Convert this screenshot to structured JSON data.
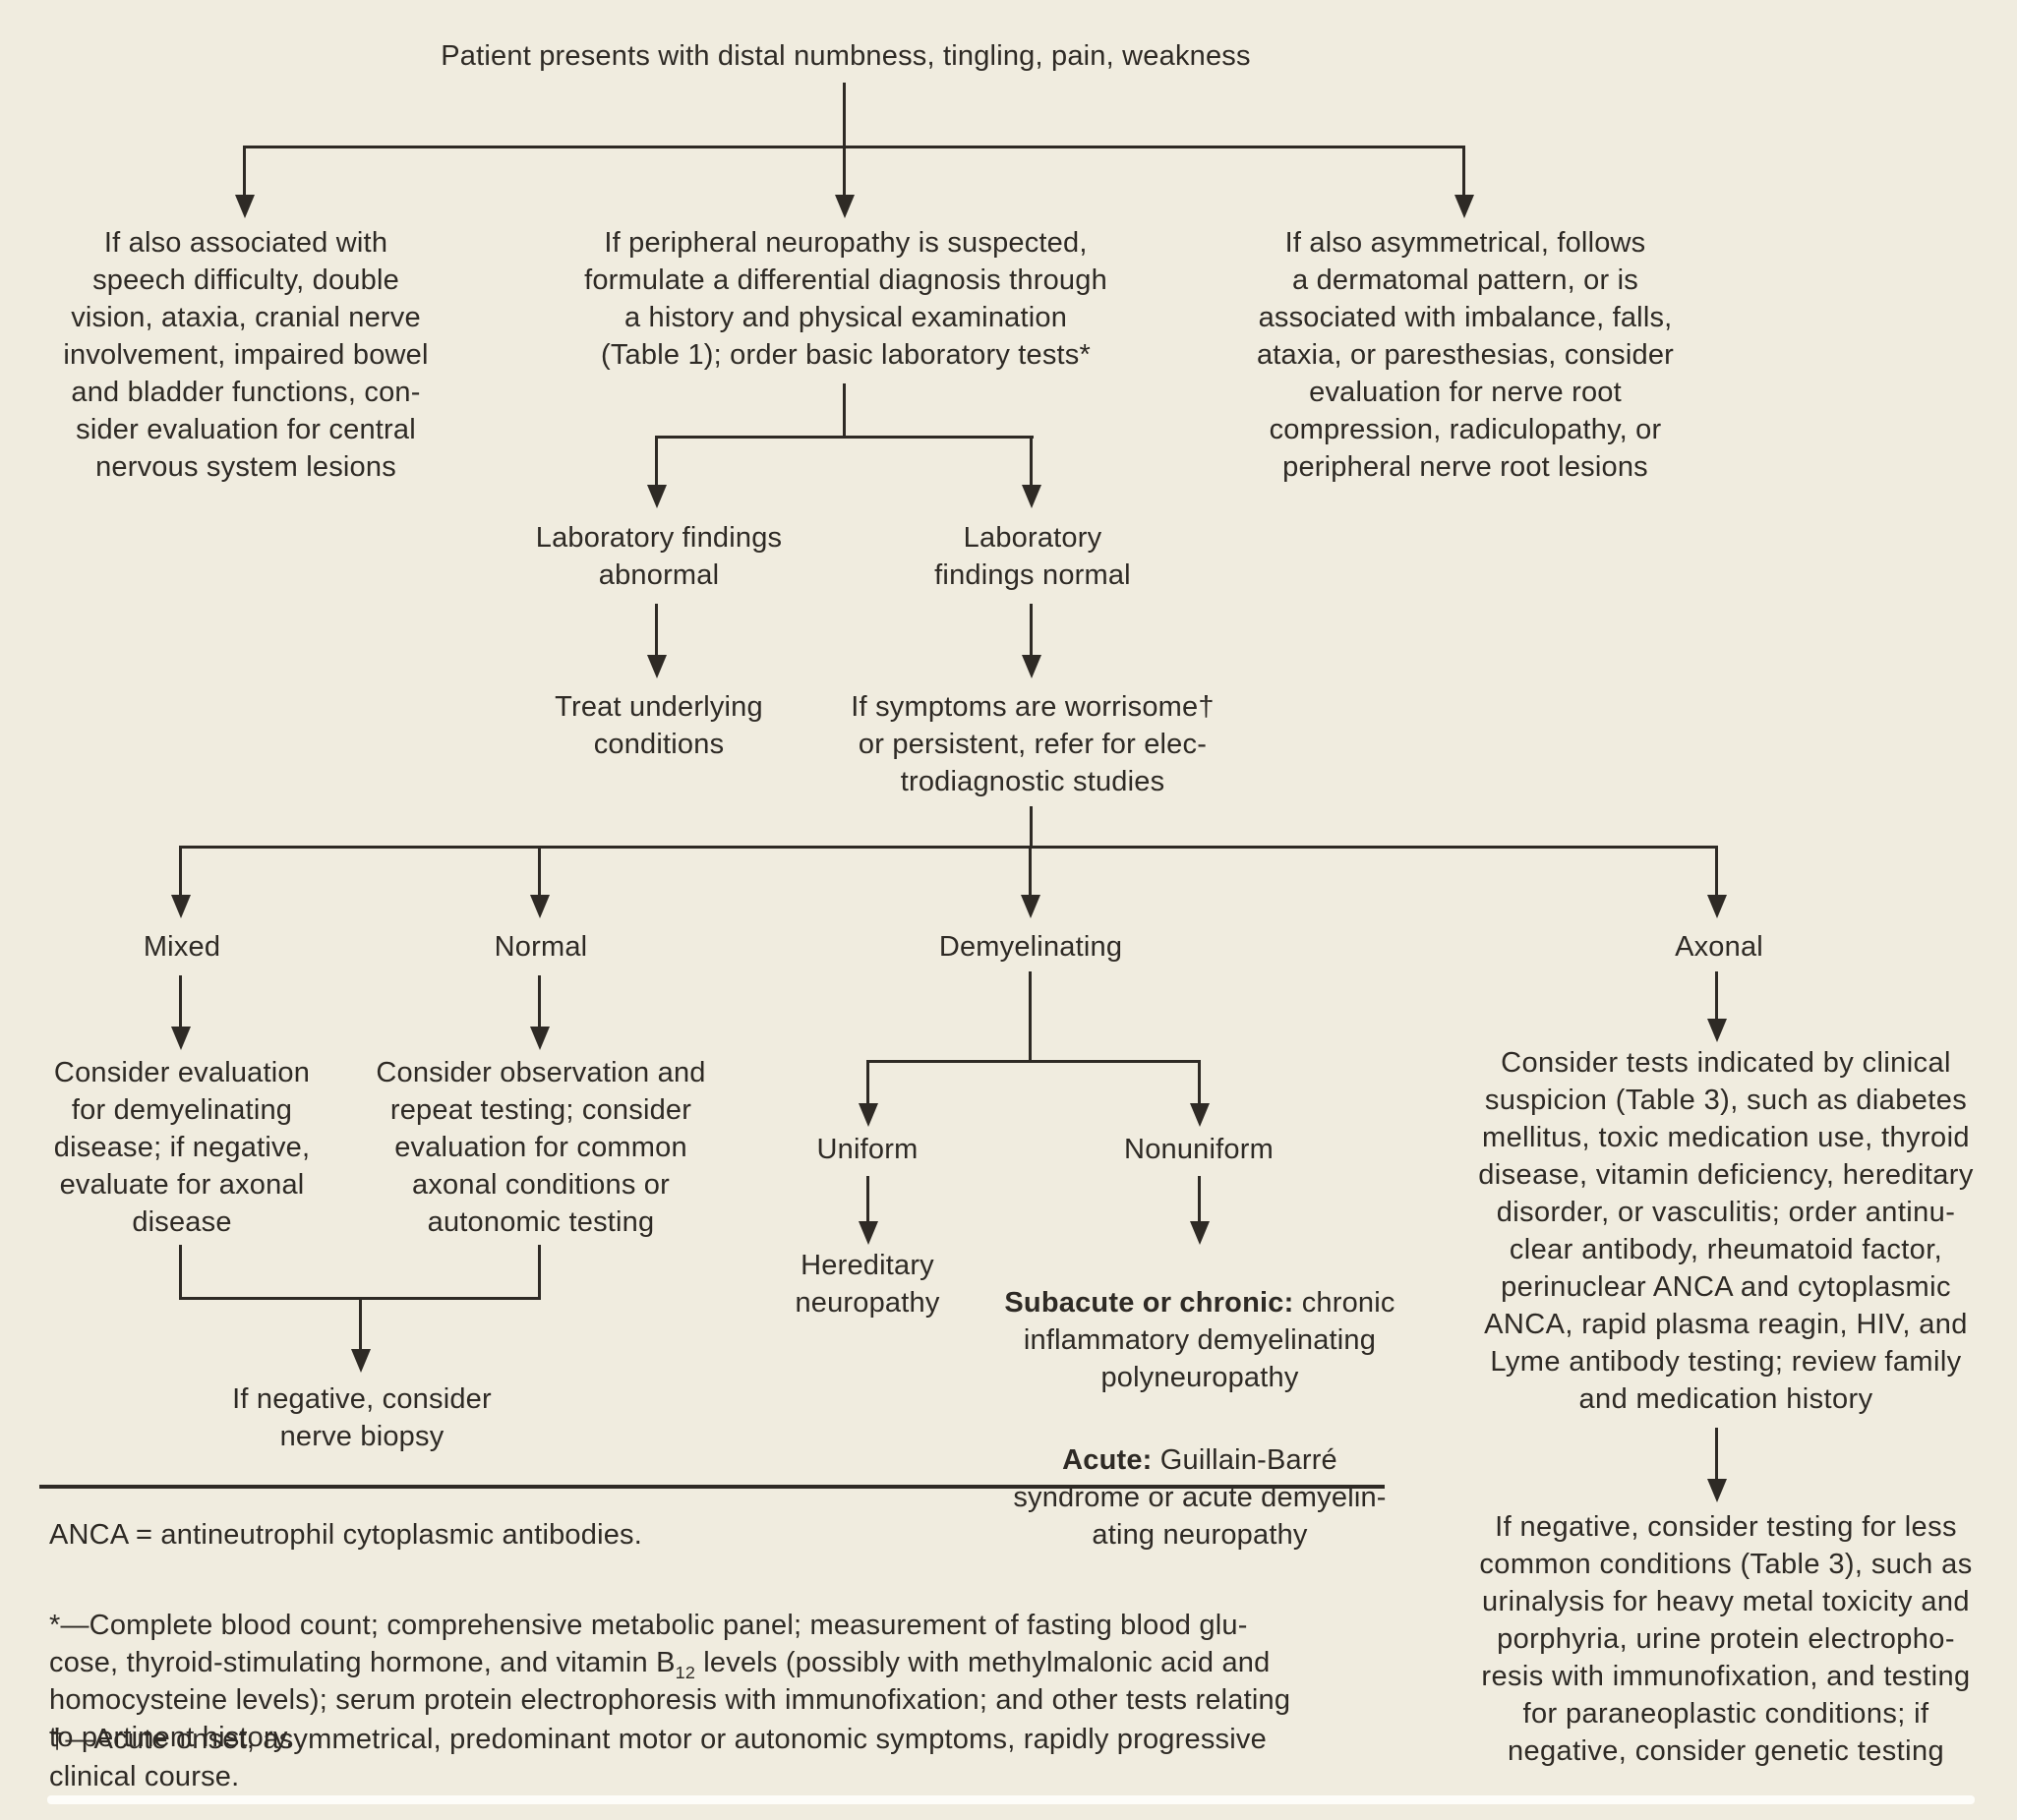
{
  "figure": {
    "root": "Patient presents with distal numbness, tingling, pain, weakness",
    "branch_cns": "If also associated with\nspeech difficulty, double\nvision, ataxia, cranial nerve\ninvolvement, impaired bowel\nand bladder functions, con-\nsider evaluation for central\nnervous system lesions",
    "branch_workup": "If peripheral neuropathy is suspected,\nformulate a differential diagnosis through\na history and physical examination\n(Table 1); order basic laboratory tests*",
    "branch_nerve_root": "If also asymmetrical, follows\na dermatomal pattern, or is\nassociated with imbalance, falls,\nataxia, or paresthesias, consider\nevaluation for nerve root\ncompression, radiculopathy, or\nperipheral nerve root lesions",
    "lab_abnormal": "Laboratory findings\nabnormal",
    "lab_normal": "Laboratory\nfindings normal",
    "treat": "Treat underlying\nconditions",
    "electrodiagnostic": "If symptoms are worrisome†\nor persistent, refer for elec-\ntrodiagnostic studies",
    "mixed_label": "Mixed",
    "normal_label": "Normal",
    "demyelinating_label": "Demyelinating",
    "axonal_label": "Axonal",
    "mixed_action": "Consider evaluation\nfor demyelinating\ndisease; if negative,\nevaluate for axonal\ndisease",
    "normal_action": "Consider observation and\nrepeat testing; consider\nevaluation for common\naxonal conditions or\nautonomic testing",
    "nerve_biopsy": "If negative, consider\nnerve biopsy",
    "uniform_label": "Uniform",
    "nonuniform_label": "Nonuniform",
    "hereditary": "Hereditary\nneuropathy",
    "subacute_label": "Subacute or chronic:",
    "subacute_text": " chronic\ninflammatory demyelinating\npolyneuropathy",
    "acute_label": "Acute:",
    "acute_text": " Guillain-Barré\nsyndrome or acute demyelin-\nating neuropathy",
    "axonal_action": "Consider tests indicated by clinical\nsuspicion (Table 3), such as diabetes\nmellitus, toxic medication use, thyroid\ndisease, vitamin deficiency, hereditary\ndisorder, or vasculitis; order antinu-\nclear antibody, rheumatoid factor,\nperinuclear ANCA and cytoplasmic\nANCA, rapid plasma reagin, HIV, and\nLyme antibody testing; review family\nand medication history",
    "axonal_negative": "If negative, consider testing for less\ncommon conditions (Table 3), such as\nurinalysis for heavy metal toxicity and\nporphyria, urine protein electropho-\nresis with immunofixation, and testing\nfor paraneoplastic conditions; if\nnegative, consider genetic testing"
  },
  "footnotes": {
    "anca": "ANCA = antineutrophil cytoplasmic antibodies.",
    "star_before_sub": "*—Complete blood count; comprehensive metabolic panel; measurement of fasting blood glu-\ncose, thyroid-stimulating hormone, and vitamin B",
    "star_sub": "12",
    "star_after_sub": " levels (possibly with methylmalonic acid and\nhomocysteine levels); serum protein electrophoresis with immunofixation; and other tests relating\nto pertinent history.",
    "dagger": "†—Acute onset, asymmetrical, predominant motor or autonomic symptoms, rapidly progressive\nclinical course."
  },
  "colors": {
    "background": "#f0ecdf",
    "ink": "#2e2a25",
    "highlight_line": "#fefdf9"
  }
}
